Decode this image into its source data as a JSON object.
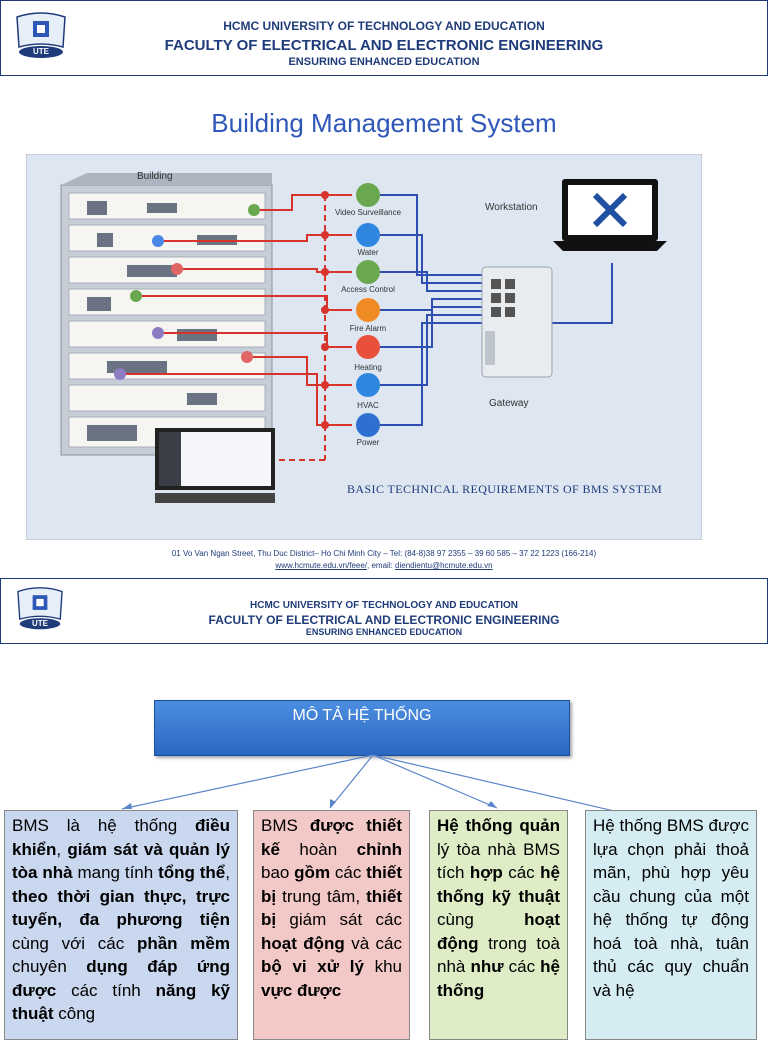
{
  "header": {
    "line1": "HCMC UNIVERSITY OF TECHNOLOGY AND EDUCATION",
    "line2": "FACULTY OF ELECTRICAL AND ELECTRONIC ENGINEERING",
    "line3": "ENSURING ENHANCED EDUCATION",
    "logo_text": "UTE"
  },
  "header2": {
    "line1": "HCMC UNIVERSITY OF TECHNOLOGY  AND EDUCATION",
    "line2": "FACULTY OF ELECTRICAL AND ELECTRONIC ENGINEERING",
    "line3": "ENSURING ENHANCED EDUCATION"
  },
  "title": "Building Management System",
  "diagram": {
    "building_label": "Building",
    "workstation_label": "Workstation",
    "gateway_label": "Gateway",
    "systems": [
      "Video Surveillance",
      "Water",
      "Access Control",
      "Fire Alarm",
      "Heating",
      "HVAC",
      "Power"
    ],
    "caption": "BASIC TECHNICAL REQUIREMENTS OF BMS SYSTEM",
    "colors": {
      "line_red": "#d8342c",
      "line_blue": "#2e4fb0",
      "icon_green": "#6aa84f"
    }
  },
  "footer": {
    "address": "01 Vo Van Ngan Street, Thu Duc District– Ho Chi Minh City – Tel: (84-8)38 97 2355 – 39 60 585 – 37 22 1223 (166-214)",
    "web": "www.hcmute.edu.vn/feee/",
    "email_label": ", email: ",
    "email": "diendientu@hcmute.edu.vn"
  },
  "mota": "MÔ TẢ HỆ THỐNG"
}
